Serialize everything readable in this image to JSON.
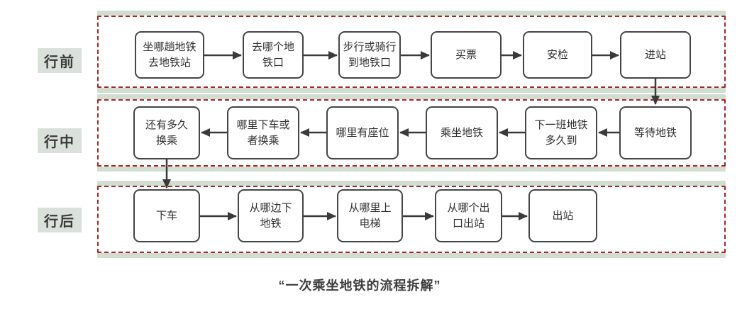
{
  "diagram": {
    "title_caption": "“一次乘坐地铁的流程拆解”",
    "colors": {
      "stage_dashed_border": "#ab2424",
      "box_border": "#454545",
      "arrow": "#3a3a3a",
      "label_highlight": "#cdd8cd",
      "text": "#2e2e2e",
      "row_band_green": "#b7ccb7"
    },
    "stages": [
      {
        "label": "行前",
        "direction": "left-to-right",
        "boxes": [
          "坐哪趟地铁\n去地铁站",
          "去哪个地\n铁口",
          "步行或骑行\n到地铁口",
          "买票",
          "安检",
          "进站"
        ]
      },
      {
        "label": "行中",
        "direction": "right-to-left",
        "boxes": [
          "还有多久\n换乘",
          "哪里下车或\n者换乘",
          "哪里有座位",
          "乘坐地铁",
          "下一班地铁\n多久到",
          "等待地铁"
        ]
      },
      {
        "label": "行后",
        "direction": "left-to-right",
        "boxes": [
          "下车",
          "从哪边下\n地铁",
          "从哪里上\n电梯",
          "从哪个出\n口出站",
          "出站"
        ]
      }
    ],
    "sequence": [
      "坐哪趟地铁去地铁站",
      "去哪个地铁口",
      "步行或骑行到地铁口",
      "买票",
      "安检",
      "进站",
      "等待地铁",
      "下一班地铁多久到",
      "乘坐地铁",
      "哪里有座位",
      "哪里下车或者换乘",
      "还有多久换乘",
      "下车",
      "从哪边下地铁",
      "从哪里上电梯",
      "从哪个出口出站",
      "出站"
    ]
  }
}
